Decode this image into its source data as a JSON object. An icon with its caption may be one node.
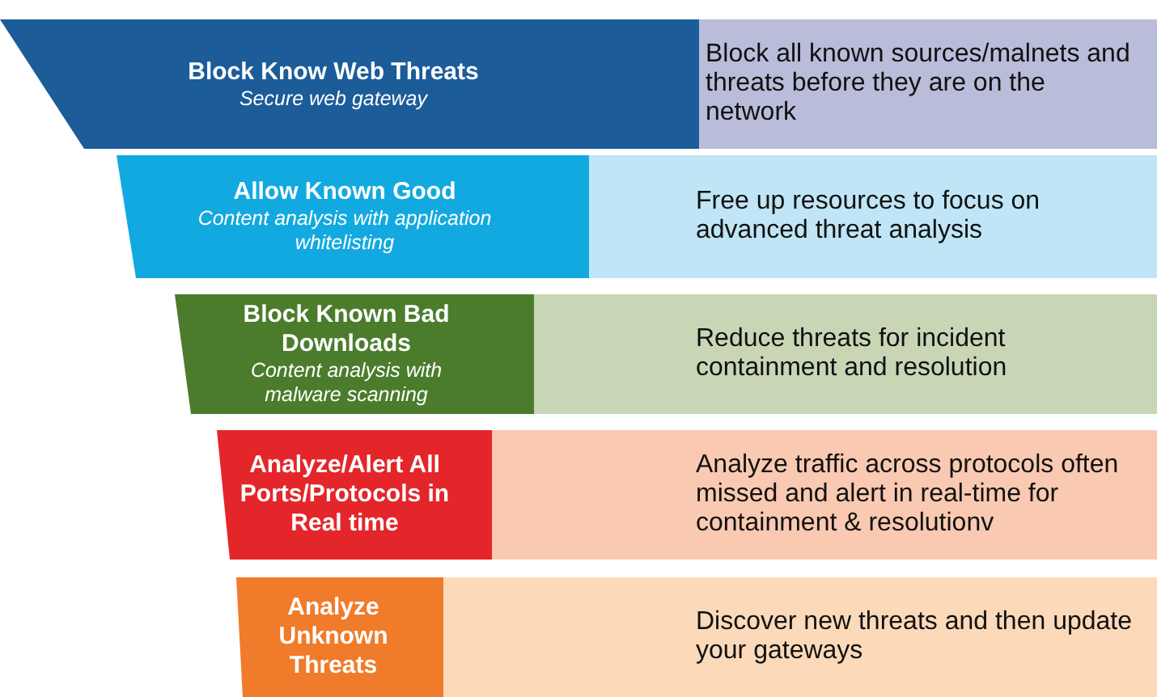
{
  "diagram": {
    "nodes": [
      {
        "text": [
          "Block Know Web Threats",
          "Secure web gateway"
        ]
      },
      {
        "text": [
          "Block all known sources/malnets and threats before they are on the network"
        ]
      },
      {
        "text": [
          "Allow Known Good",
          "Content analysis with application whitelisting"
        ]
      },
      {
        "text": [
          "Free up resources to focus on advanced threat analysis"
        ]
      },
      {
        "text": [
          "Block Known Bad Downloads",
          "Content analysis with malware scanning"
        ]
      },
      {
        "text": [
          "Reduce threats for incident containment and resolution"
        ]
      },
      {
        "text": [
          "Analyze/Alert All Ports/Protocols in Real time"
        ]
      },
      {
        "text": [
          "Analyze traffic across protocols often missed and alert in real-time for containment & resolutionv"
        ]
      },
      {
        "text": [
          "Analyze Unknown Threats"
        ]
      },
      {
        "text": [
          "Discover new threats and then update your gateways"
        ]
      }
    ]
  }
}
